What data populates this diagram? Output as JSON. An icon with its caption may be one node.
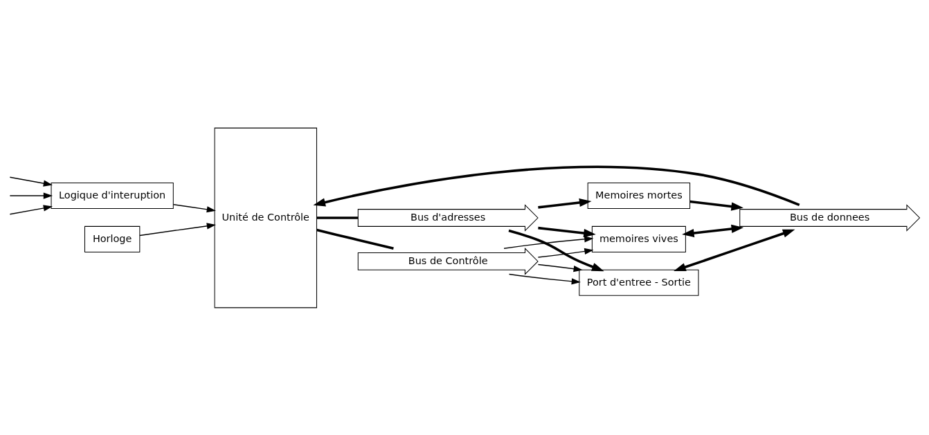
{
  "diagram": {
    "nodes": [
      {
        "text": [
          "Logique d'interuption"
        ]
      },
      {
        "text": [
          "Horloge"
        ]
      },
      {
        "text": [
          "Unité de Contrôle"
        ]
      },
      {
        "text": [
          "Bus de donnees"
        ]
      },
      {
        "text": [
          "Memoires mortes"
        ]
      },
      {
        "text": [
          "memoires vives"
        ]
      },
      {
        "text": [
          "Port d'entree - Sortie"
        ]
      },
      {
        "text": [
          "Bus d'adresses"
        ]
      },
      {
        "text": [
          "Bus de Contrôle"
        ]
      }
    ],
    "edges": [
      {
        "from": null,
        "to": 0,
        "arrow": "to"
      },
      {
        "from": null,
        "to": 0,
        "arrow": "to"
      },
      {
        "from": null,
        "to": 0,
        "arrow": "to"
      },
      {
        "from": 0,
        "to": 2,
        "arrow": "to"
      },
      {
        "from": 1,
        "to": 2,
        "arrow": "to"
      },
      {
        "from": 3,
        "to": 2,
        "arrow": "to",
        "style": "thick"
      },
      {
        "from": 2,
        "to": 7,
        "arrow": "none",
        "style": "thick"
      },
      {
        "from": 2,
        "to": 8,
        "arrow": "none",
        "style": "thick"
      },
      {
        "from": 4,
        "to": 3,
        "arrow": "to",
        "style": "thick"
      },
      {
        "from": 5,
        "to": 3,
        "arrow": "both",
        "style": "thick"
      },
      {
        "from": 6,
        "to": 3,
        "arrow": "both",
        "style": "thick"
      },
      {
        "from": 7,
        "to": 4,
        "arrow": "to",
        "style": "thick"
      },
      {
        "from": 7,
        "to": 5,
        "arrow": "to",
        "style": "thick"
      },
      {
        "from": 8,
        "to": 5,
        "arrow": "to"
      },
      {
        "from": 8,
        "to": 5,
        "arrow": "to"
      },
      {
        "from": 7,
        "to": 6,
        "arrow": "to",
        "style": "thick"
      },
      {
        "from": 8,
        "to": 6,
        "arrow": "to"
      },
      {
        "from": 8,
        "to": 6,
        "arrow": "to"
      }
    ]
  }
}
